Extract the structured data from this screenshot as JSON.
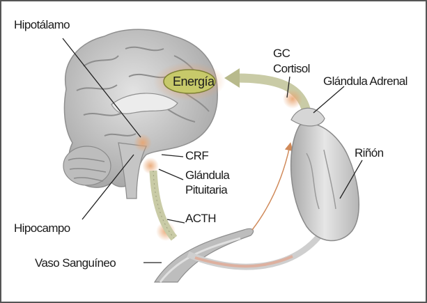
{
  "labels": {
    "hipotalamo": "Hipotálamo",
    "energia": "Energía",
    "gc": "GC",
    "cortisol": "Cortisol",
    "glandula_adrenal": "Glándula Adrenal",
    "rinon": "Riñón",
    "crf": "CRF",
    "glandula": "Glándula",
    "pituitaria": "Pituitaria",
    "acth": "ACTH",
    "hipocampo": "Hipocampo",
    "vaso_sanguineo": "Vaso Sanguíneo"
  },
  "colors": {
    "brain": "#c9c9c9",
    "brain_shade": "#9e9e9e",
    "energia_fill": "#c7c96a",
    "energia_glow": "#e8a06a",
    "cycle_arrow": "#c9cba6",
    "kidney": "#cfcfcf",
    "vessel": "#b9b9b9",
    "vessel_red": "#e3a38a"
  }
}
